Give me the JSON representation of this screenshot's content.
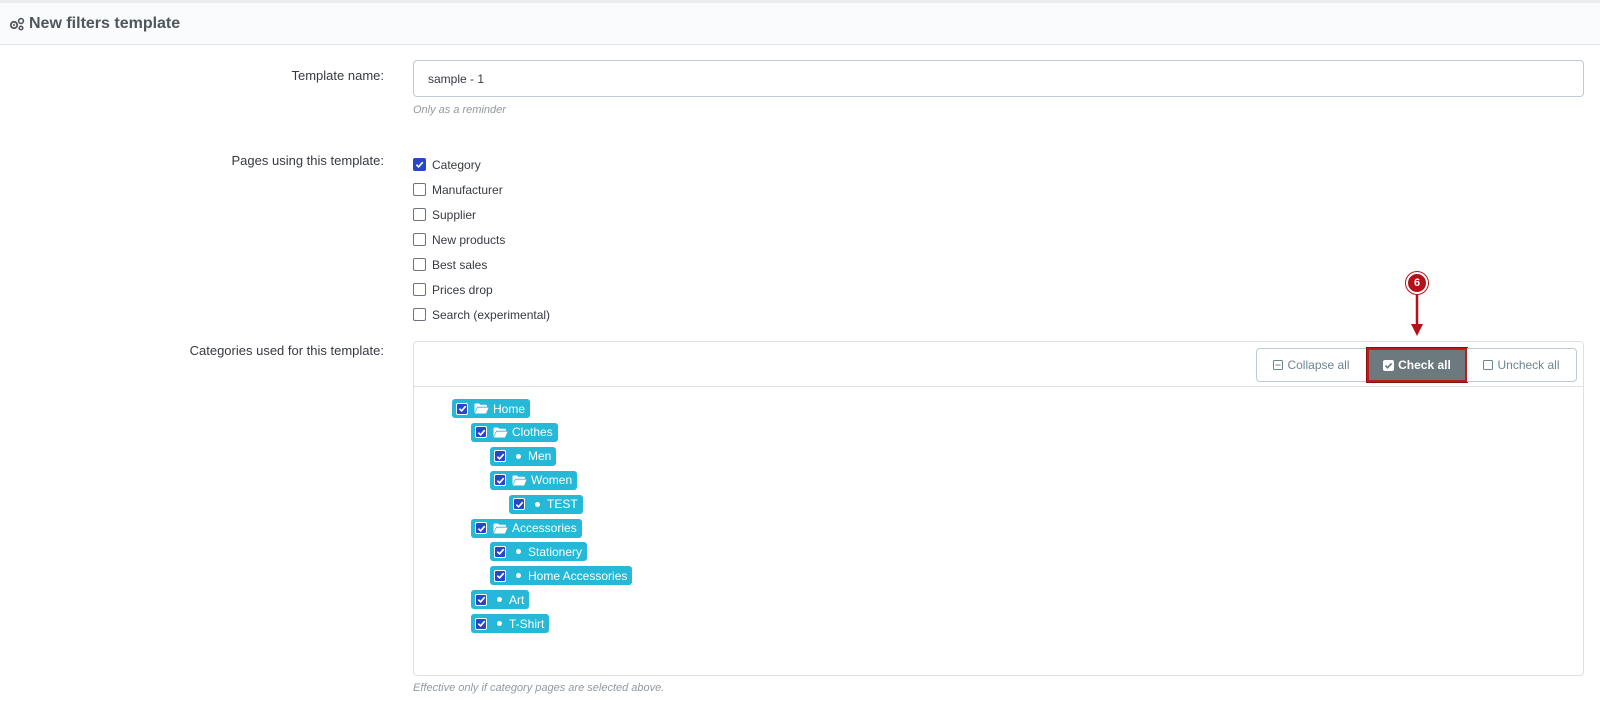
{
  "header": {
    "title": "New filters template",
    "icon": "cogs-icon"
  },
  "template_name": {
    "label": "Template name:",
    "value": "sample - 1",
    "help": "Only as a reminder"
  },
  "pages": {
    "label": "Pages using this template:",
    "options": [
      {
        "label": "Category",
        "checked": true
      },
      {
        "label": "Manufacturer",
        "checked": false
      },
      {
        "label": "Supplier",
        "checked": false
      },
      {
        "label": "New products",
        "checked": false
      },
      {
        "label": "Best sales",
        "checked": false
      },
      {
        "label": "Prices drop",
        "checked": false
      },
      {
        "label": "Search (experimental)",
        "checked": false
      }
    ]
  },
  "categories": {
    "label": "Categories used for this template:",
    "help": "Effective only if category pages are selected above.",
    "toolbar": {
      "collapse_label": "Collapse all",
      "check_label": "Check all",
      "uncheck_label": "Uncheck all"
    },
    "tree": [
      {
        "label": "Home",
        "level": 0,
        "type": "folder",
        "checked": true
      },
      {
        "label": "Clothes",
        "level": 1,
        "type": "folder",
        "checked": true
      },
      {
        "label": "Men",
        "level": 2,
        "type": "leaf",
        "checked": true
      },
      {
        "label": "Women",
        "level": 2,
        "type": "folder",
        "checked": true
      },
      {
        "label": "TEST",
        "level": 3,
        "type": "leaf",
        "checked": true
      },
      {
        "label": "Accessories",
        "level": 1,
        "type": "folder",
        "checked": true
      },
      {
        "label": "Stationery",
        "level": 2,
        "type": "leaf",
        "checked": true
      },
      {
        "label": "Home Accessories",
        "level": 2,
        "type": "leaf",
        "checked": true
      },
      {
        "label": "Art",
        "level": 1,
        "type": "leaf",
        "checked": true
      },
      {
        "label": "T-Shirt",
        "level": 1,
        "type": "leaf",
        "checked": true
      }
    ]
  },
  "annotation": {
    "step": "6",
    "color": "#b3121b"
  },
  "colors": {
    "accent": "#25b9d7",
    "checkbox": "#2a46c8",
    "active_button": "#6c7a80"
  }
}
